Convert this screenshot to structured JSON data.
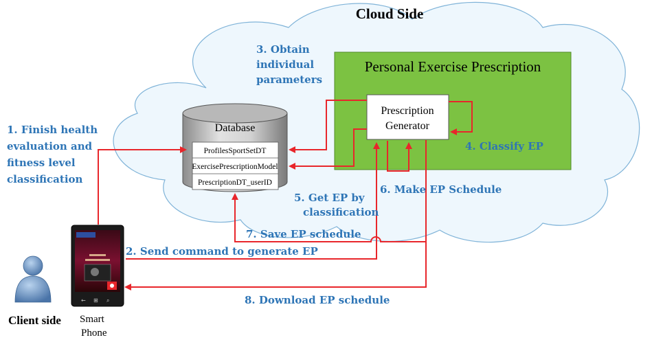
{
  "title": "Cloud Side",
  "eps_box": {
    "title": "Personal Exercise Prescription"
  },
  "generator": {
    "line1": "Prescription",
    "line2": "Generator"
  },
  "database": {
    "title": "Database",
    "rows": [
      "ProfilesSportSetDT",
      "ExercisePrescriptionModel",
      "PrescriptionDT_userID"
    ]
  },
  "steps": {
    "s1": [
      "1. Finish health",
      "evaluation and",
      "fitness level",
      "classification"
    ],
    "s2": "2. Send command to generate EP",
    "s3": [
      "3. Obtain",
      "individual",
      "parameters"
    ],
    "s4": "4. Classify EP",
    "s5": [
      "5. Get EP by",
      "classification"
    ],
    "s6": "6. Make EP Schedule",
    "s7": "7. Save EP schedule",
    "s8": "8. Download EP schedule"
  },
  "client": {
    "label": "Client side",
    "device_line1": "Smart",
    "device_line2": "Phone"
  },
  "colors": {
    "arrow": "#e8262b",
    "step_text": "#2e75b6",
    "eps_fill": "#7cc242",
    "cloud_fill": "#eef7fd",
    "cloud_stroke": "#7fb3d8"
  }
}
